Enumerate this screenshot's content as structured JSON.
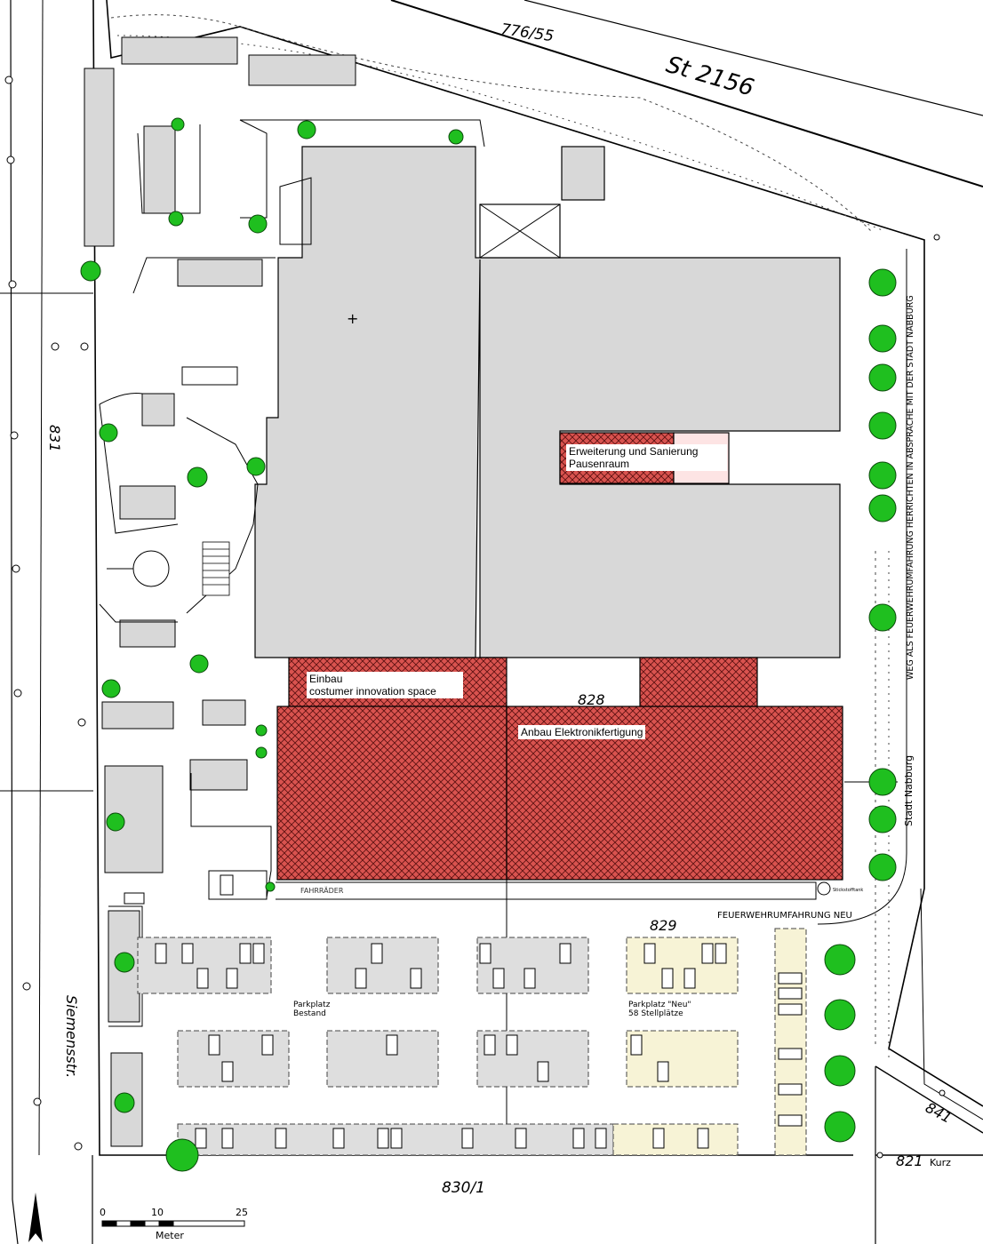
{
  "parcels": {
    "p776_55": "776/55",
    "p831": "831",
    "p828": "828",
    "p829": "829",
    "p830_1": "830/1",
    "p841": "841",
    "p821": "821",
    "p821_suffix": "Kurz"
  },
  "roads": {
    "state_road": "St 2156",
    "siemensstr": "Siemensstr.",
    "stadt_nabburg": "Stadt Nabburg",
    "fire_path_note": "WEG ALS FEUERWEHRUMFAHRUNG HERRICHTEN IN ABSPRACHE MIT DER STADT NABBURG",
    "fire_lane_new": "FEUERWEHRUMFAHRUNG NEU"
  },
  "labels": {
    "pausenraum_line1": "Erweiterung und Sanierung",
    "pausenraum_line2": "Pausenraum",
    "innovation_line1": "Einbau",
    "innovation_line2": "costumer innovation space",
    "elektronik": "Anbau Elektronikfertigung",
    "parking_existing_line1": "Parkplatz",
    "parking_existing_line2": "Bestand",
    "parking_new_line1": "Parkplatz \"Neu\"",
    "parking_new_line2": "58 Stellplätze",
    "bikes": "FAHRRÄDER",
    "nitrogen_tank": "Stickstofftank"
  },
  "scale": {
    "tick_0": "0",
    "tick_10": "10",
    "tick_25": "25",
    "unit": "Meter"
  },
  "colors": {
    "building_gray": "#d8d8d8",
    "new_red": "#d9534f",
    "new_parking_yellow": "#f7f3d6",
    "tree_green": "#1fbf1f",
    "parking_gray": "#dedede"
  }
}
